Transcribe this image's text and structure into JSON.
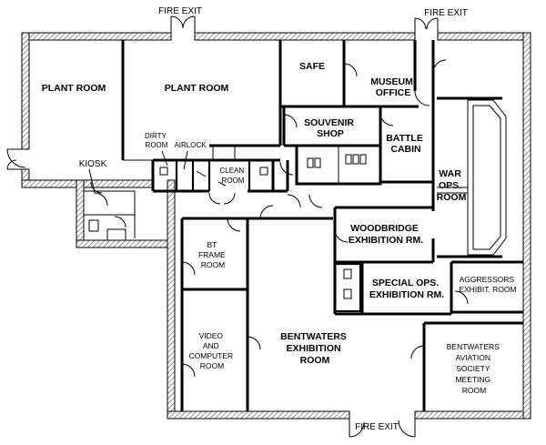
{
  "labels": {
    "fire_exit_top_left": "FIRE EXIT",
    "fire_exit_top_right": "FIRE EXIT",
    "fire_exit_bottom": "FIRE EXIT",
    "plant_room_1": "PLANT ROOM",
    "plant_room_2": "PLANT ROOM",
    "safe": "SAFE",
    "museum_office": [
      "MUSEUM",
      "OFFICE"
    ],
    "souvenir_shop": [
      "SOUVENIR",
      "SHOP"
    ],
    "battle_cabin": [
      "BATTLE",
      "CABIN"
    ],
    "war_ops_room": [
      "WAR",
      "OPS.",
      "ROOM"
    ],
    "kiosk": "KIOSK",
    "dirty_room": [
      "DIRTY",
      "ROOM"
    ],
    "airlock": "AIRLOCK",
    "clean_room": [
      "CLEAN",
      "ROOM"
    ],
    "woodbridge": [
      "WOODBRIDGE",
      "EXHIBITION RM."
    ],
    "bt_frame_room": [
      "BT",
      "FRAME",
      "ROOM"
    ],
    "special_ops": [
      "SPECIAL OPS.",
      "EXHIBITION RM."
    ],
    "aggressors": [
      "AGGRESSORS",
      "EXHIBIT. ROOM"
    ],
    "video_computer_room": [
      "VIDEO",
      "AND",
      "COMPUTER",
      "ROOM"
    ],
    "bentwaters_exhibition": [
      "BENTWATERS",
      "EXHIBITION",
      "ROOM"
    ],
    "society_meeting_room": [
      "BENTWATERS",
      "AVIATION",
      "SOCIETY",
      "MEETING",
      "ROOM"
    ]
  }
}
